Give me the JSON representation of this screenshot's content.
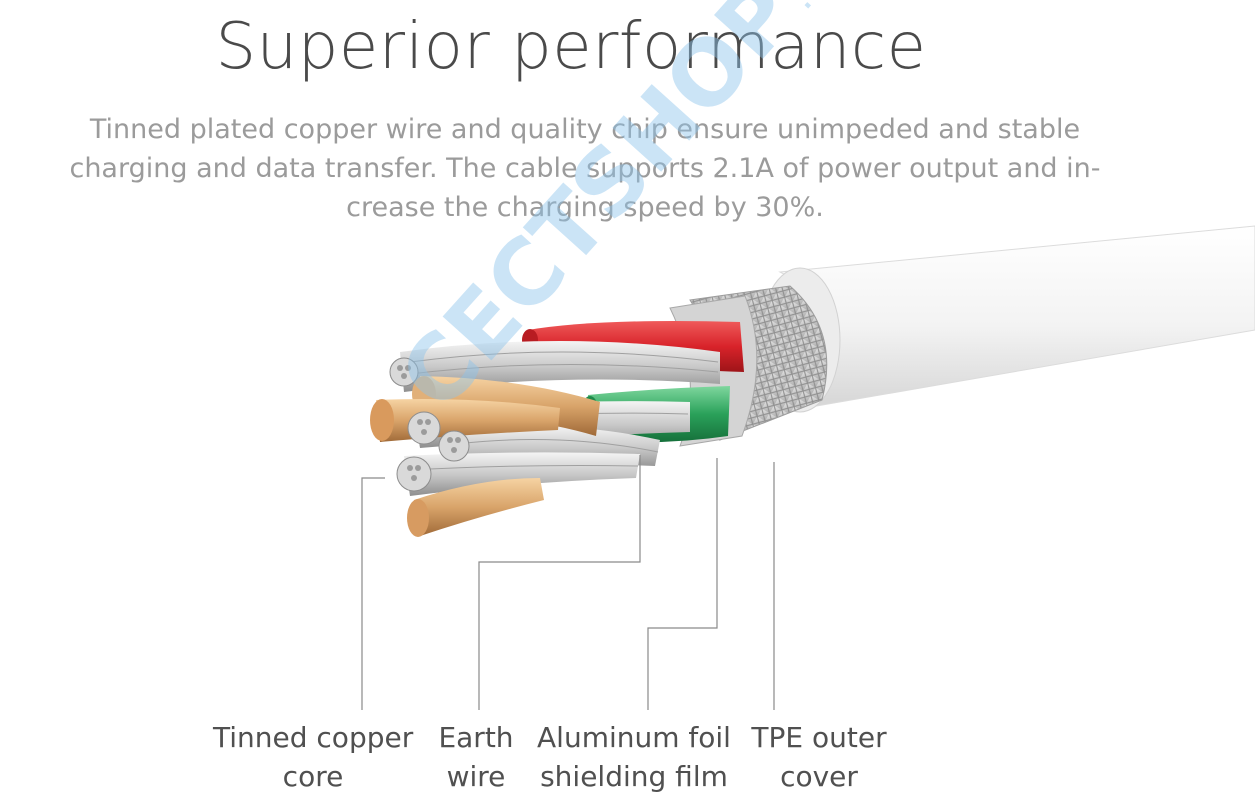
{
  "heading": "Superior performance",
  "description": [
    "Tinned plated copper wire and quality chip ensure unimpeded and stable",
    "charging and data transfer. The cable supports 2.1A of power output and in-",
    "crease the charging speed by 30%."
  ],
  "labels": [
    {
      "line1": "Tinned copper",
      "line2": "core"
    },
    {
      "line1": "Earth",
      "line2": "wire"
    },
    {
      "line1": "Aluminum foil",
      "line2": "shielding film"
    },
    {
      "line1": "TPE outer",
      "line2": "cover"
    }
  ],
  "watermark": {
    "brand": "CECTSHOP",
    "suffix": ".COM"
  },
  "colors": {
    "heading": "#4a4a4a",
    "description": "#9b9b9b",
    "leader_lines": "#8a8a8a",
    "red_wire": "#d8232a",
    "green_wire": "#2aa15a",
    "copper": "#d9a46a",
    "tinned": "#c9c9c9",
    "jacket": "#f2f2f2"
  }
}
